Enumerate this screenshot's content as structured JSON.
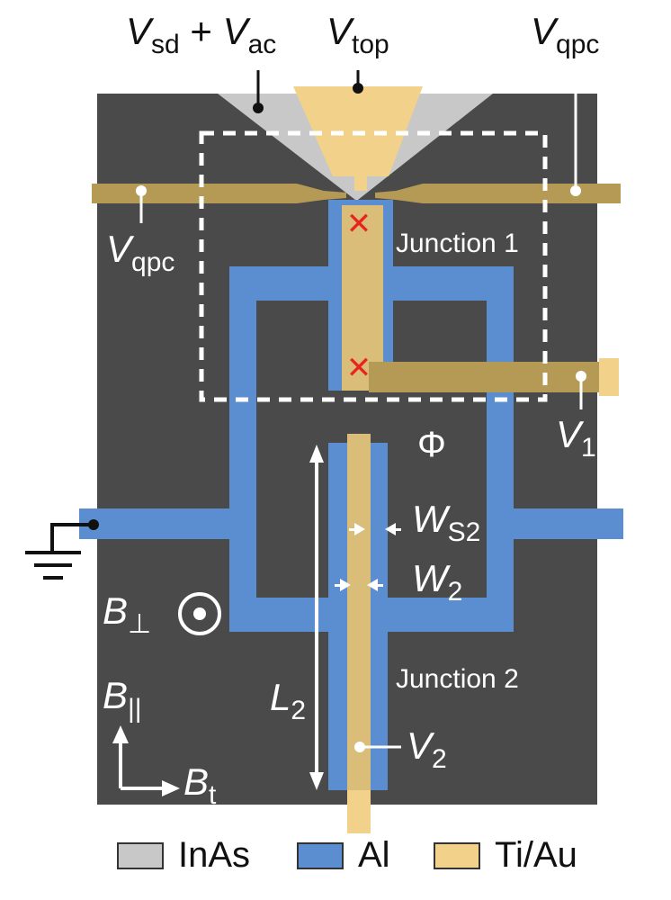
{
  "labels": {
    "vsd_vac": {
      "v1": "V",
      "s1": "sd",
      "plus": " + ",
      "v2": "V",
      "s2": "ac"
    },
    "vtop": {
      "v": "V",
      "s": "top"
    },
    "vqpc_right": {
      "v": "V",
      "s": "qpc"
    },
    "vqpc_left": {
      "v": "V",
      "s": "qpc"
    },
    "junction1": "Junction 1",
    "junction2": "Junction 2",
    "v1": {
      "v": "V",
      "s": "1"
    },
    "v2": {
      "v": "V",
      "s": "2"
    },
    "phi": "Φ",
    "ws2": {
      "v": "W",
      "s": "S2"
    },
    "w2": {
      "v": "W",
      "s": "2"
    },
    "l2": {
      "v": "L",
      "s": "2"
    },
    "bperp": {
      "v": "B",
      "s": "⊥"
    },
    "bpar": {
      "v": "B",
      "s": "||"
    },
    "bt": {
      "v": "B",
      "s": "t"
    },
    "junction_mark": "✕"
  },
  "legend": [
    {
      "label": "InAs",
      "color": "#c8c8c8"
    },
    {
      "label": "Al",
      "color": "#5b8ed0"
    },
    {
      "label": "Ti/Au",
      "color": "#f2d28a"
    }
  ],
  "colors": {
    "substrate": "#4a4a4a",
    "inas": "#c8c8c8",
    "al": "#5b8ed0",
    "tiau": "#f2d28a",
    "tiau_on_al": "#e6c87a",
    "junction_x": "#e8241f"
  }
}
